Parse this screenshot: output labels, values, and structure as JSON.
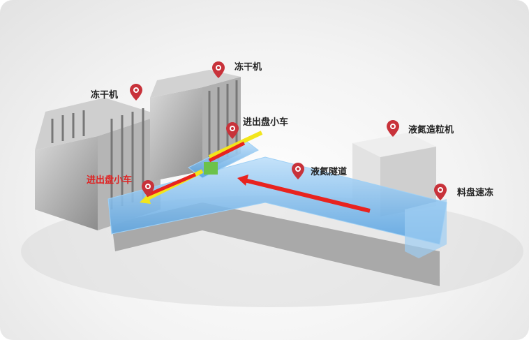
{
  "labels": {
    "freeze_dryer_left": "冻干机",
    "freeze_dryer_right": "冻干机",
    "tray_cart_top": "进出盘小车",
    "tray_cart_left": "进出盘小车",
    "ln2_granulator": "液氮造粒机",
    "ln2_tunnel": "液氮隧道",
    "tray_quick_freeze": "料盘速冻"
  },
  "colors": {
    "pin": "#c8323a",
    "arrow_red": "#e8231f",
    "arrow_yellow": "#f2e51c",
    "tunnel": "#5aa8e6"
  }
}
